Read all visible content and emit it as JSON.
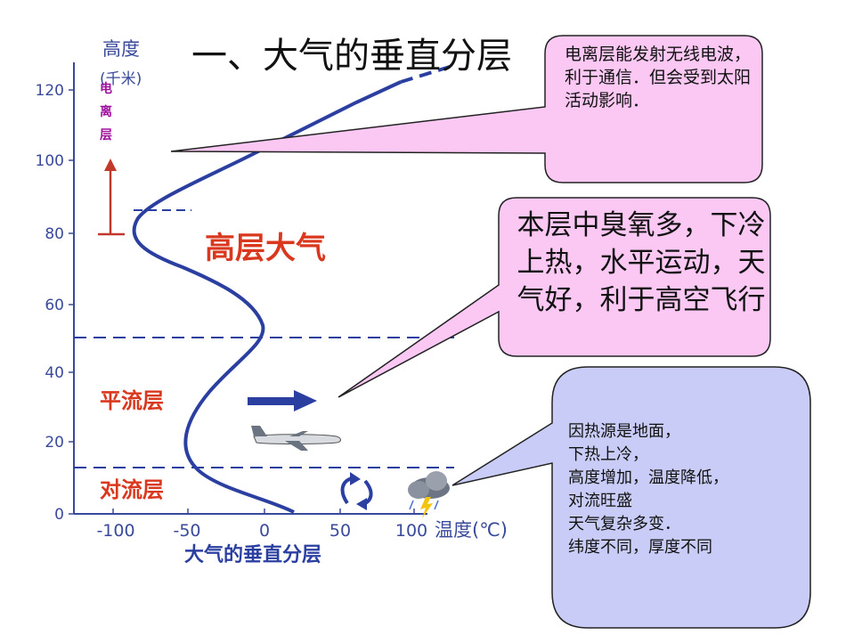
{
  "title": "一、大气的垂直分层",
  "chart": {
    "y_axis_label": "高度",
    "y_axis_unit": "(千米)",
    "y_ticks": [
      "0",
      "20",
      "40",
      "60",
      "80",
      "100",
      "120"
    ],
    "x_axis_label": "温度(℃)",
    "x_ticks": [
      "-100",
      "-50",
      "0",
      "50",
      "100"
    ],
    "caption": "大气的垂直分层"
  },
  "layers": {
    "ionosphere": [
      "电",
      "离",
      "层"
    ],
    "upper": "高层大气",
    "stratosphere": "平流层",
    "troposphere": "对流层"
  },
  "callouts": {
    "ionosphere_note": "电离层能发射无线电波，利于通信．但会受到太阳活动影响．",
    "stratosphere_note": "本层中臭氧多，下冷上热，水平运动，天气好，利于高空飞行",
    "troposphere_note": [
      "因热源是地面，",
      "下热上冷，",
      "高度增加，温度降低，",
      "对流旺盛",
      "天气复杂多变．",
      "纬度不同，厚度不同"
    ]
  },
  "colors": {
    "curve": "#2b3fa0",
    "layer_label": "#d9381e",
    "ionosphere_label": "#a0109f",
    "arrow_red": "#c0392b",
    "bubble_pink": "#fbc8f4",
    "bubble_blue": "#c8ccf6"
  }
}
